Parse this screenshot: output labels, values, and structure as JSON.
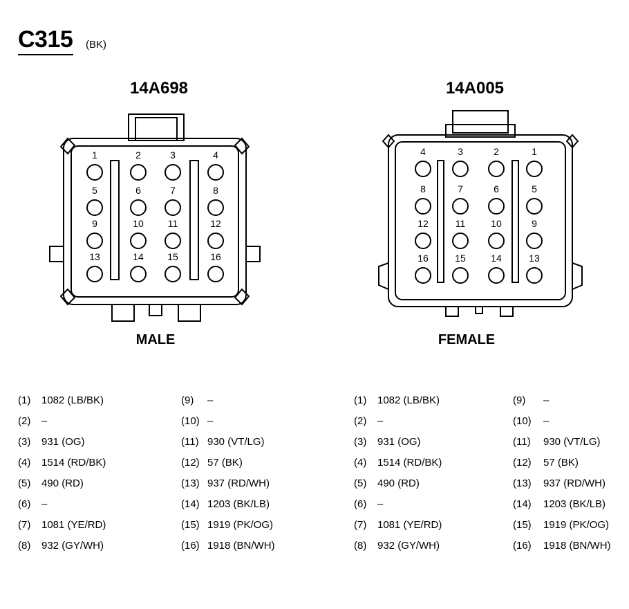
{
  "connector": {
    "id": "C315",
    "color": "(BK)"
  },
  "male": {
    "part_number": "14A698",
    "label": "MALE",
    "pins_layout": [
      [
        "1",
        "2",
        "3",
        "4"
      ],
      [
        "5",
        "6",
        "7",
        "8"
      ],
      [
        "9",
        "10",
        "11",
        "12"
      ],
      [
        "13",
        "14",
        "15",
        "16"
      ]
    ]
  },
  "female": {
    "part_number": "14A005",
    "label": "FEMALE",
    "pins_layout": [
      [
        "4",
        "3",
        "2",
        "1"
      ],
      [
        "8",
        "7",
        "6",
        "5"
      ],
      [
        "12",
        "11",
        "10",
        "9"
      ],
      [
        "16",
        "15",
        "14",
        "13"
      ]
    ]
  },
  "pinout_left": {
    "col1": [
      {
        "pin": "(1)",
        "wire": "1082 (LB/BK)"
      },
      {
        "pin": "(2)",
        "wire": "–"
      },
      {
        "pin": "(3)",
        "wire": "931 (OG)"
      },
      {
        "pin": "(4)",
        "wire": "1514 (RD/BK)"
      },
      {
        "pin": "(5)",
        "wire": "490 (RD)"
      },
      {
        "pin": "(6)",
        "wire": "–"
      },
      {
        "pin": "(7)",
        "wire": "1081 (YE/RD)"
      },
      {
        "pin": "(8)",
        "wire": "932 (GY/WH)"
      }
    ],
    "col2": [
      {
        "pin": "(9)",
        "wire": "–"
      },
      {
        "pin": "(10)",
        "wire": "–"
      },
      {
        "pin": "(11)",
        "wire": "930 (VT/LG)"
      },
      {
        "pin": "(12)",
        "wire": "57 (BK)"
      },
      {
        "pin": "(13)",
        "wire": "937 (RD/WH)"
      },
      {
        "pin": "(14)",
        "wire": "1203 (BK/LB)"
      },
      {
        "pin": "(15)",
        "wire": "1919 (PK/OG)"
      },
      {
        "pin": "(16)",
        "wire": "1918 (BN/WH)"
      }
    ]
  },
  "pinout_right": {
    "col1": [
      {
        "pin": "(1)",
        "wire": "1082 (LB/BK)"
      },
      {
        "pin": "(2)",
        "wire": "–"
      },
      {
        "pin": "(3)",
        "wire": "931 (OG)"
      },
      {
        "pin": "(4)",
        "wire": "1514 (RD/BK)"
      },
      {
        "pin": "(5)",
        "wire": "490 (RD)"
      },
      {
        "pin": "(6)",
        "wire": "–"
      },
      {
        "pin": "(7)",
        "wire": "1081 (YE/RD)"
      },
      {
        "pin": "(8)",
        "wire": "932 (GY/WH)"
      }
    ],
    "col2": [
      {
        "pin": "(9)",
        "wire": "–"
      },
      {
        "pin": "(10)",
        "wire": "–"
      },
      {
        "pin": "(11)",
        "wire": "930 (VT/LG)"
      },
      {
        "pin": "(12)",
        "wire": "57 (BK)"
      },
      {
        "pin": "(13)",
        "wire": "937 (RD/WH)"
      },
      {
        "pin": "(14)",
        "wire": "1203 (BK/LB)"
      },
      {
        "pin": "(15)",
        "wire": "1919 (PK/OG)"
      },
      {
        "pin": "(16)",
        "wire": "1918 (BN/WH)"
      }
    ]
  }
}
